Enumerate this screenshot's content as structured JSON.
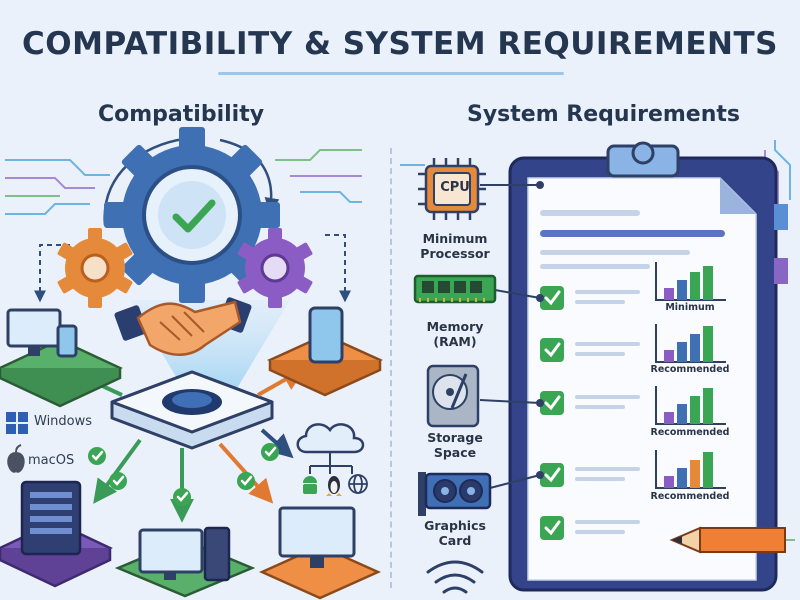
{
  "title": "COMPATIBILITY & SYSTEM REQUIREMENTS",
  "compatibility": {
    "heading": "Compatibility",
    "os_labels": {
      "windows": "Windows",
      "macos": "macOS"
    }
  },
  "requirements": {
    "heading": "System Requirements",
    "cpu_chip_text": "CPU",
    "items": [
      {
        "label_line1": "Minimum",
        "label_line2": "Processor",
        "icon": "cpu-chip-icon"
      },
      {
        "label_line1": "Memory",
        "label_line2": "(RAM)",
        "icon": "ram-stick-icon"
      },
      {
        "label_line1": "Storage",
        "label_line2": "Space",
        "icon": "hard-drive-icon"
      },
      {
        "label_line1": "Graphics",
        "label_line2": "Card",
        "icon": "graphics-card-icon"
      }
    ],
    "chart_captions": [
      "Minimum",
      "Recommended",
      "Recommended",
      "Recommended"
    ]
  },
  "colors": {
    "navy": "#243650",
    "gear_blue": "#3f70b4",
    "gear_orange": "#e58a3a",
    "gear_purple": "#8a5cc4",
    "check_green": "#3aa552",
    "board_navy": "#2d3f7f",
    "background": "#eaf1fb"
  }
}
